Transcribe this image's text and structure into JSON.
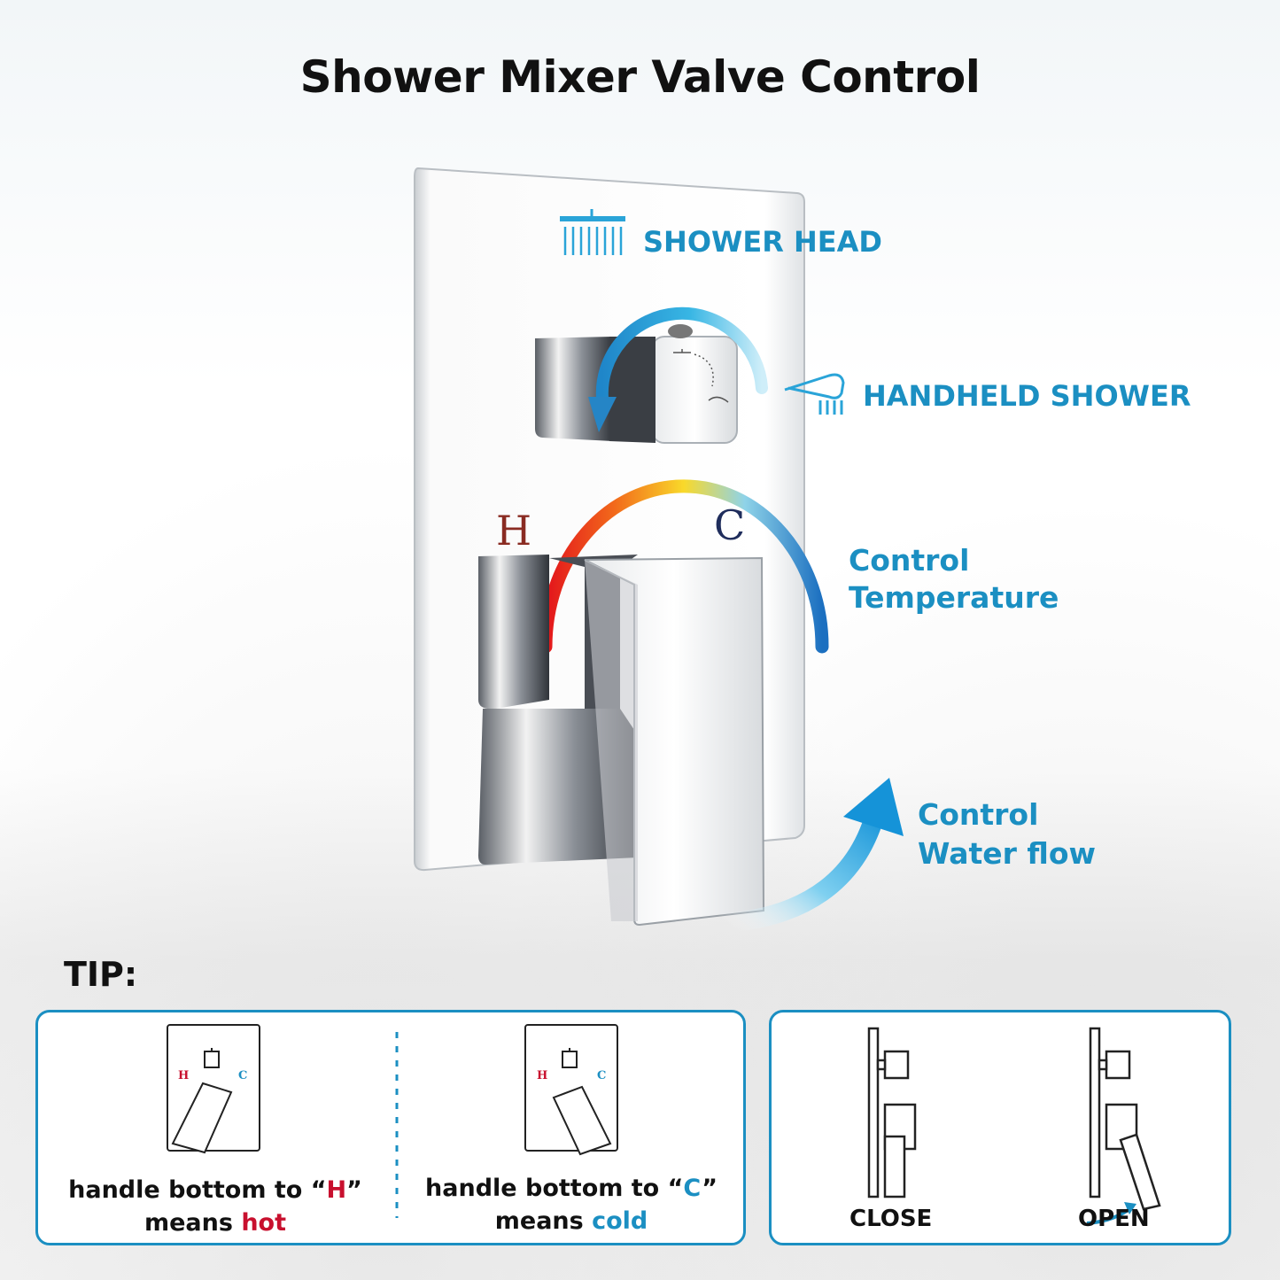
{
  "title": "Shower Mixer Valve Control",
  "callouts": {
    "shower_head": "SHOWER HEAD",
    "handheld_shower": "HANDHELD SHOWER",
    "control_temperature_line1": "Control",
    "control_temperature_line2": "Temperature",
    "control_water_flow_line1": "Control",
    "control_water_flow_line2": "Water flow"
  },
  "valve_labels": {
    "hot": "H",
    "cold": "C"
  },
  "tip": {
    "heading": "TIP:",
    "hot_caption": {
      "prefix": "handle bottom to “",
      "letter": "H",
      "suffix": "”",
      "means": "means ",
      "word": "hot"
    },
    "cold_caption": {
      "prefix": "handle bottom to “",
      "letter": "C",
      "suffix": "”",
      "means": "means ",
      "word": "cold"
    },
    "diagram_letters": {
      "hot": "H",
      "cold": "C"
    },
    "close_label": "CLOSE",
    "open_label": "OPEN"
  },
  "colors": {
    "accent": "#1b8fc2",
    "hot": "#c8102e",
    "h_letter": "#8a2b22",
    "c_letter": "#1f2d5c"
  }
}
